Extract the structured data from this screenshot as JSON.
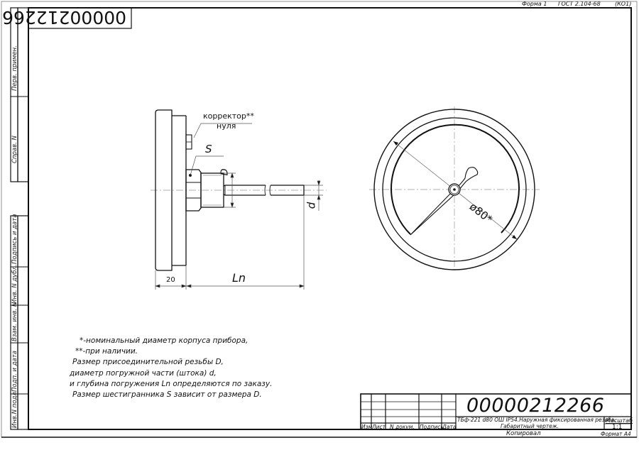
{
  "header": {
    "form_label": "Форма 1",
    "standard": "ГОСТ 2.104-68",
    "code": "(КО1)"
  },
  "mirror_stamp": {
    "number": "00000212266"
  },
  "side_strip": {
    "top_cells": [
      "Перв. примен.",
      "Справ. N"
    ],
    "bottom_cells": [
      "Подпись и дата",
      "Инв. N дубл.",
      "Взам. инв. N",
      "Подп. и дата",
      "Инв.N подл."
    ]
  },
  "side_view": {
    "corrector_label_line1": "корректор**",
    "corrector_label_line2": "нуля",
    "hex_label": "S",
    "thread_label": "D",
    "stem_label": "d",
    "dim_20": "20",
    "dim_ln": "Ln"
  },
  "front_view": {
    "diameter_label": "ø80*"
  },
  "notes": [
    "*-номинальный диаметр корпуса прибора,",
    "**-при наличии.",
    "Размер присоединительной резьбы D,",
    "диаметр погружной части (штока) d,",
    "и глубина погружения Ln определяются по заказу.",
    "Размер шестигранника S зависит от размера D."
  ],
  "title_block": {
    "document_number": "00000212266",
    "description_line1": "ТБф-221 d80 ОШ IP54.Наружная фиксированная резьба.",
    "description_line2": "Габаритный чертеж.",
    "scale_header": "Масштаб",
    "scale_value": "1:1",
    "col_headers": [
      "Изм",
      "Лист",
      "N докум.",
      "Подпись",
      "Дата"
    ],
    "copied_label": "Копировал",
    "format_label": "Формат А4"
  },
  "colors": {
    "line": "#111111",
    "thin_line": "#555555",
    "center_line": "#999999"
  }
}
